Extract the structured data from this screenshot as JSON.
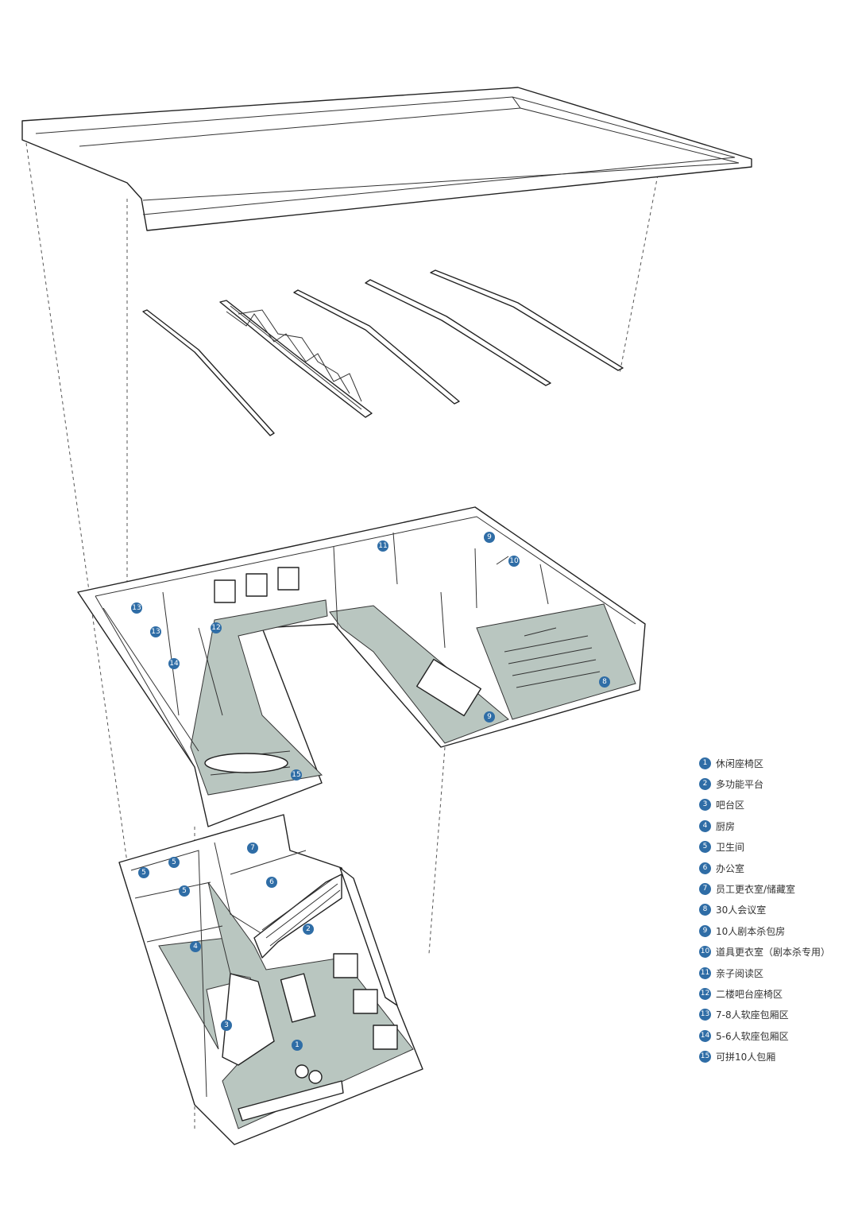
{
  "legend": [
    {
      "num": "1",
      "label": "休闲座椅区"
    },
    {
      "num": "2",
      "label": "多功能平台"
    },
    {
      "num": "3",
      "label": "吧台区"
    },
    {
      "num": "4",
      "label": "厨房"
    },
    {
      "num": "5",
      "label": "卫生间"
    },
    {
      "num": "6",
      "label": "办公室"
    },
    {
      "num": "7",
      "label": "员工更衣室/储藏室"
    },
    {
      "num": "8",
      "label": "30人会议室"
    },
    {
      "num": "9",
      "label": "10人剧本杀包房"
    },
    {
      "num": "10",
      "label": "道具更衣室（剧本杀专用）"
    },
    {
      "num": "11",
      "label": "亲子阅读区"
    },
    {
      "num": "12",
      "label": "二楼吧台座椅区"
    },
    {
      "num": "13",
      "label": "7-8人软座包厢区"
    },
    {
      "num": "14",
      "label": "5-6人软座包厢区"
    },
    {
      "num": "15",
      "label": "可拼10人包厢"
    }
  ],
  "upper_floor_markers": [
    "13",
    "13",
    "12",
    "14",
    "15",
    "11",
    "9",
    "10",
    "8",
    "9"
  ],
  "lower_floor_markers": [
    "5",
    "5",
    "5",
    "7",
    "6",
    "4",
    "2",
    "3",
    "1"
  ],
  "colors": {
    "badge": "#2f6da6",
    "floor": "#b9c6c0",
    "line": "#222222"
  }
}
